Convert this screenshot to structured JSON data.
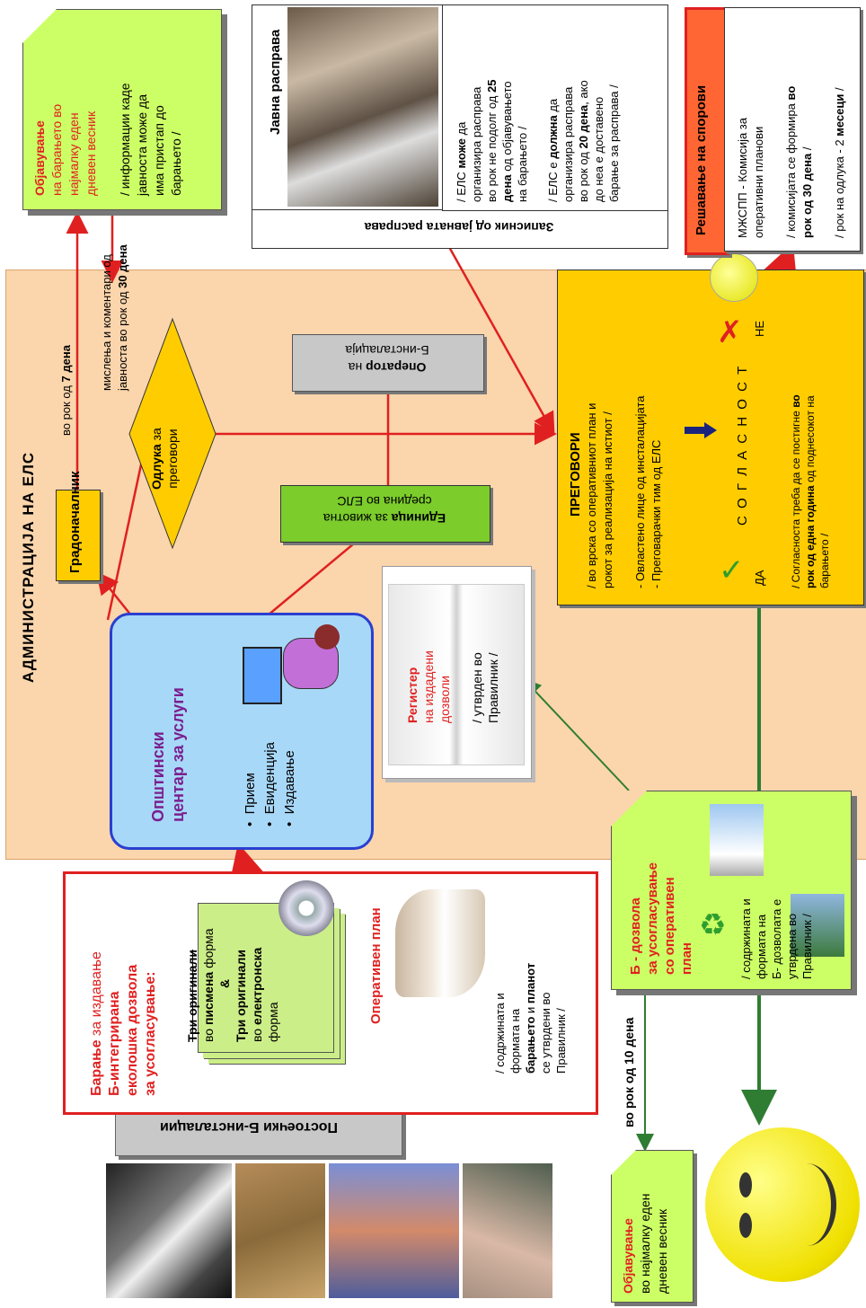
{
  "header": {
    "admin_title": "АДМИНИСТРАЦИЈА НА ЕЛС"
  },
  "existing": {
    "label": "Постоечки Б-инсталации"
  },
  "application": {
    "title_red": "Барање",
    "title_rest": "за издавање",
    "line2": "Б-интегрирана",
    "line3": "еколошка дозвола",
    "line4": "за усогласување:",
    "orig1_bold": "Три оригинали",
    "orig1_rest": "во",
    "orig1_bold2": "писмена",
    "orig1_end": "форма",
    "amp": "&",
    "orig2_bold": "Три оригинали",
    "orig2_rest": "во",
    "orig2_bold2": "електронска",
    "orig2_end": "форма",
    "op_plan": "Оперативен план",
    "note_l1": "/ содржината и",
    "note_l2": "формата на",
    "note_l3_bold": "барањето",
    "note_l3_mid": "и",
    "note_l3_bold2": "планот",
    "note_l4": "се утврдени во",
    "note_l5": "Правилник /"
  },
  "service_center": {
    "title": "Општински центар за услуги",
    "items": [
      "Прием",
      "Евиденција",
      "Издавање"
    ]
  },
  "register": {
    "title_l1": "Регистер",
    "title_l2": "на издадени",
    "title_l3": "дозволи",
    "note_l1": "/ утврден во",
    "note_l2": "Правилник /"
  },
  "mayor": {
    "label": "Градоначалник"
  },
  "env_unit": {
    "bold": "Единица",
    "rest": "за животна",
    "line2": "средина во ЕЛС"
  },
  "decision": {
    "bold": "Одлука",
    "rest": "за",
    "line2": "преговори"
  },
  "operator": {
    "bold": "Оператор",
    "rest": "на",
    "line2": "Б-инсталација"
  },
  "negotiations": {
    "title": "ПРЕГОВОРИ",
    "l1": "/ во врска со оперативниот план и",
    "l2": "рокот за реализација на истиот /",
    "l3": "- Овластено лице од инсталацијата",
    "l4": "- Преговарачки тим од ЕЛС",
    "agreement": "С О Г Л А С Н О С Т",
    "yes": "ДА",
    "no": "НЕ",
    "note_l1_pre": "/ Согласноста треба да се постигне",
    "note_l1_bold": "во",
    "note_l2_bold": "рок од една година",
    "note_l2_rest": "од поднесокот на",
    "note_l3": "барањето /"
  },
  "publish_top": {
    "title_red": "Објавување",
    "l2": "на барањето во",
    "l3": "најмалку еден",
    "l4": "дневен весник",
    "note_l1": "/ информации каде",
    "note_l2": "јавноста може да",
    "note_l3": "има пристап до",
    "note_l4": "барањето /"
  },
  "deadline_7": {
    "pre": "во рок од",
    "bold": "7 дена"
  },
  "comments": {
    "l1": "мислења и коментари од",
    "l2_pre": "јавноста во рок од",
    "l2_bold": "30 дена"
  },
  "hearing": {
    "title": "Јавна расправа",
    "minutes": "Записник од јавната расправа",
    "n1_l1_pre": "/ ЕЛС",
    "n1_l1_bold": "може",
    "n1_l1_post": "да",
    "n1_l2": "организира расправа",
    "n1_l3_pre": "во рок не подолг од",
    "n1_l3_bold": "25",
    "n1_l4_bold": "дена",
    "n1_l4_post": "од објавувањето",
    "n1_l5": "на барањето /",
    "n2_l1_pre": "/ ЕЛС е",
    "n2_l1_bold": "должна",
    "n2_l1_post": "да",
    "n2_l2": "организира расправа",
    "n2_l3_pre": "во рок од",
    "n2_l3_bold": "20 дена",
    "n2_l3_post": ", ако",
    "n2_l4": "до неа е доставено",
    "n2_l5": "барање за расправа /"
  },
  "disputes": {
    "title": "Решавање на спорови",
    "l1": "МЖСПП - Комисија за",
    "l2": "оперативни планови",
    "l3_pre": "/ комисијата се формира",
    "l3_bold": "во",
    "l4_bold": "рок од 30 дена",
    "l4_post": "/",
    "l5_pre": "/ рок на одлука - 2",
    "l5_bold": "месеци",
    "l5_post": "/"
  },
  "permit": {
    "title_l1": "Б - дозвола",
    "title_l2": "за усогласување",
    "title_l3": "со оперативен",
    "title_l4": "план",
    "note_l1": "/ содржината и",
    "note_l2": "формата на",
    "note_l3": "Б- дозволата е",
    "note_l4": "утврдена во",
    "note_l5": "Правилник /"
  },
  "deadline_10": {
    "label": "во рок од 10 дена"
  },
  "publish_bottom": {
    "title_red": "Објавување",
    "l2": "во најмалку еден",
    "l3": "дневен весник"
  },
  "colors": {
    "admin_bg": "#fbd5ac",
    "yellow": "#ffcc00",
    "green_box": "#ccff66",
    "red": "#e02020",
    "arrow_green": "#2e7d32"
  }
}
